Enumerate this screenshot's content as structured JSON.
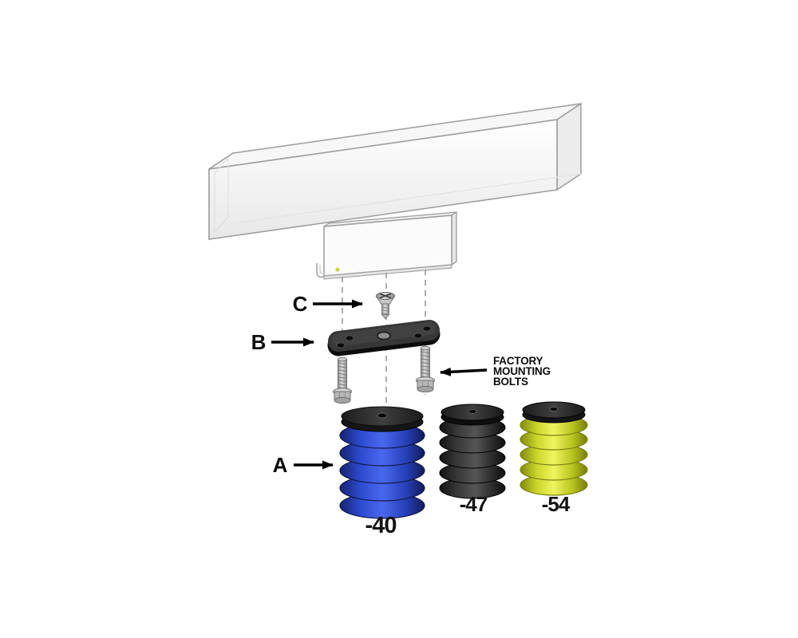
{
  "scene": {
    "background": "#ffffff",
    "callouts": {
      "a": "A",
      "b": "B",
      "c": "C"
    },
    "factory_note": [
      "FACTORY",
      "MOUNTING",
      "BOLTS"
    ],
    "springs": [
      {
        "code": "-40",
        "color": "#2f4ed4"
      },
      {
        "code": "-47",
        "color": "#3a3a3a"
      },
      {
        "code": "-54",
        "color": "#dfe62b"
      }
    ],
    "colors": {
      "frame_rail": "#f5f5f5",
      "mounting_plate": "#333333",
      "hardware_metal": "#c0c0c0",
      "annotation": "#000000"
    }
  }
}
